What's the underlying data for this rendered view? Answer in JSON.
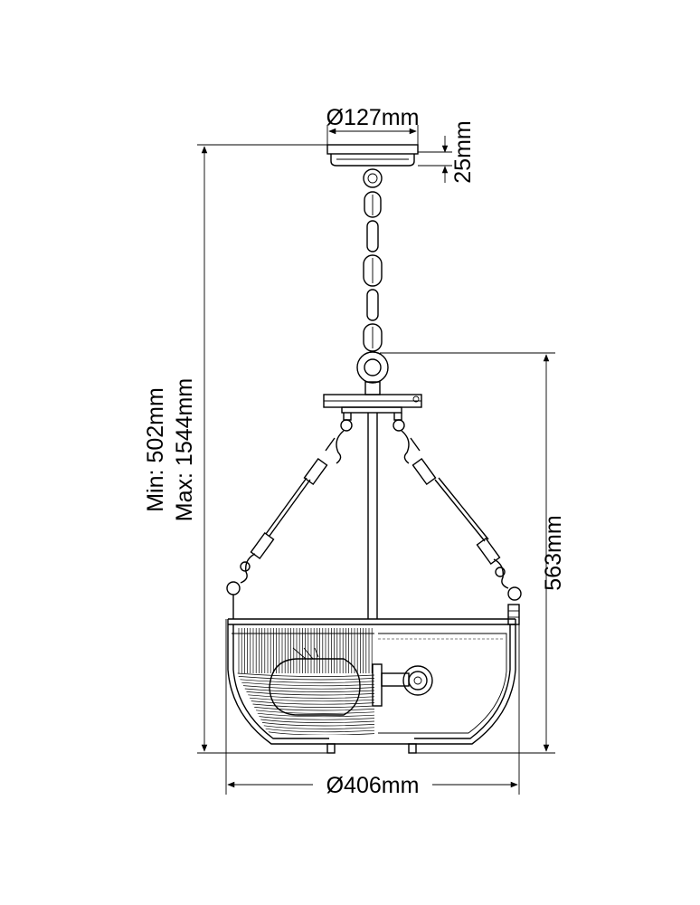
{
  "dimensions": {
    "canopy_diameter": "Ø127mm",
    "canopy_height": "25mm",
    "overall_min": "Min: 502mm",
    "overall_max": "Max: 1544mm",
    "fixture_height": "563mm",
    "fixture_diameter": "Ø406mm"
  }
}
